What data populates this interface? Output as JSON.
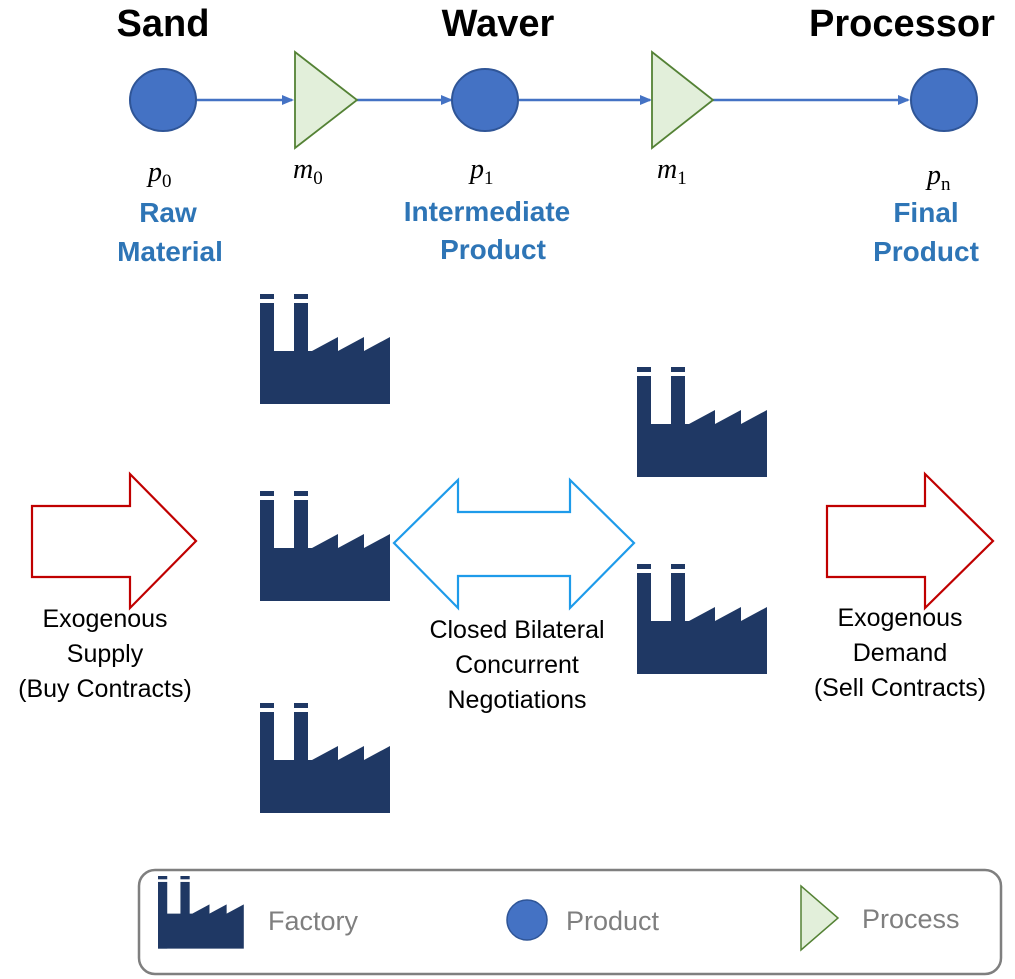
{
  "stages": {
    "sand": "Sand",
    "waver": "Waver",
    "processor": "Processor"
  },
  "nodes": {
    "p0": {
      "base": "p",
      "sub": "0"
    },
    "m0": {
      "base": "m",
      "sub": "0"
    },
    "p1": {
      "base": "p",
      "sub": "1"
    },
    "m1": {
      "base": "m",
      "sub": "1"
    },
    "pn": {
      "base": "p",
      "sub": "n"
    }
  },
  "product_labels": {
    "raw": [
      "Raw",
      "Material"
    ],
    "intermediate": [
      "Intermediate",
      "Product"
    ],
    "final": [
      "Final",
      "Product"
    ]
  },
  "flows": {
    "supply": [
      "Exogenous",
      "Supply",
      "(Buy Contracts)"
    ],
    "negotiation": [
      "Closed Bilateral",
      "Concurrent",
      "Negotiations"
    ],
    "demand": [
      "Exogenous",
      "Demand",
      "(Sell Contracts)"
    ]
  },
  "legend": {
    "factory": "Factory",
    "product": "Product",
    "process": "Process"
  },
  "colors": {
    "product_fill": "#4472C4",
    "process_fill": "#E2EFDA",
    "process_stroke": "#548235",
    "factory": "#1F3864",
    "external_arrow": "#C00000",
    "negotiation_arrow": "#1E9BEA",
    "label_blue": "#2E75B6",
    "legend_border": "#7f7f7f"
  }
}
